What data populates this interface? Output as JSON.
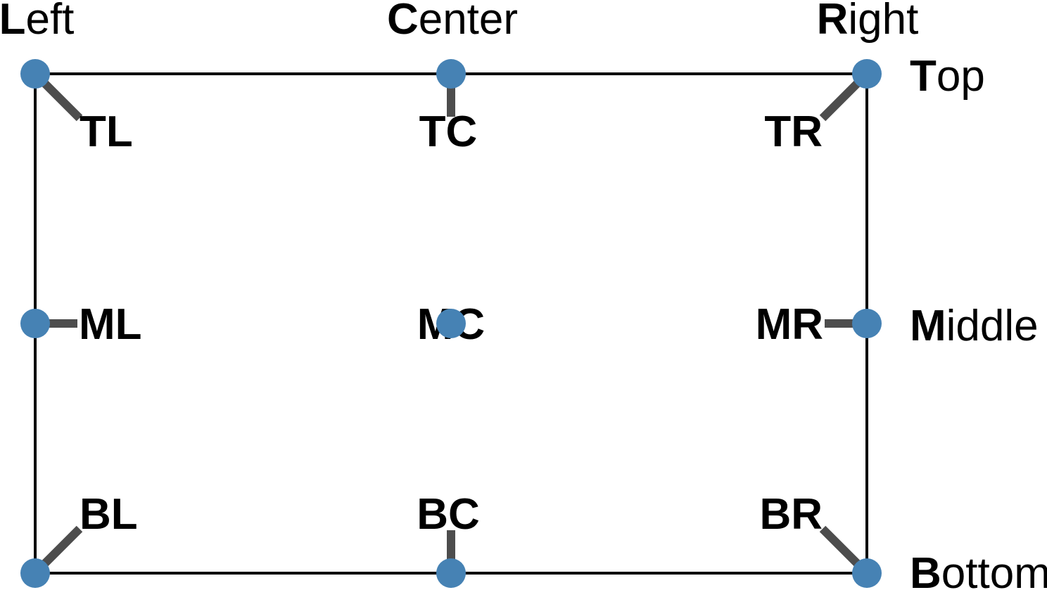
{
  "colors": {
    "point_fill": "#4682b4",
    "connector": "#4d4d4d",
    "frame": "#000000",
    "text": "#000000",
    "background": "#ffffff"
  },
  "column_headers": [
    {
      "id": "left",
      "bold": "L",
      "rest": "eft"
    },
    {
      "id": "center",
      "bold": "C",
      "rest": "enter"
    },
    {
      "id": "right",
      "bold": "R",
      "rest": "ight"
    }
  ],
  "row_headers": [
    {
      "id": "top",
      "bold": "T",
      "rest": "op"
    },
    {
      "id": "middle",
      "bold": "M",
      "rest": "iddle"
    },
    {
      "id": "bottom",
      "bold": "B",
      "rest": "ottom"
    }
  ],
  "anchors": [
    {
      "id": "tl",
      "label": "TL"
    },
    {
      "id": "tc",
      "label": "TC"
    },
    {
      "id": "tr",
      "label": "TR"
    },
    {
      "id": "ml",
      "label": "ML"
    },
    {
      "id": "mc",
      "label": "MC"
    },
    {
      "id": "mr",
      "label": "MR"
    },
    {
      "id": "bl",
      "label": "BL"
    },
    {
      "id": "bc",
      "label": "BC"
    },
    {
      "id": "br",
      "label": "BR"
    }
  ]
}
